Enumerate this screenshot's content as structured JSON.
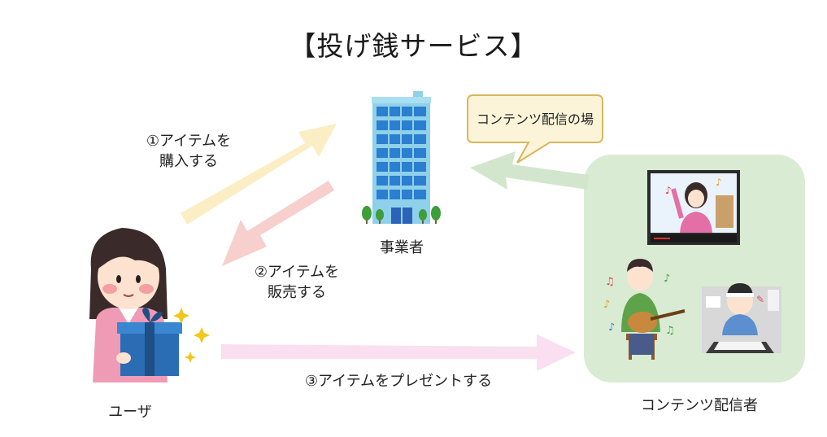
{
  "title": "【投げ銭サービス】",
  "steps": {
    "purchase": {
      "line1": "①アイテムを",
      "line2": "購入する"
    },
    "sell": {
      "line1": "②アイテムを",
      "line2": "販売する"
    },
    "present": {
      "text": "③アイテムをプレゼントする"
    }
  },
  "actors": {
    "company": "事業者",
    "user": "ユーザ",
    "creators": "コンテンツ配信者"
  },
  "bubble": "コンテンツ配信の場",
  "colors": {
    "purchase_arrow": "#fbeec4",
    "sell_arrow": "#f7cfcc",
    "present_arrow": "#f9dff0",
    "stream_arrow": "#d2e6cd",
    "stream_panel": "#d9ebd3",
    "bubble_fill": "#fbf4d8",
    "bubble_border": "#d8b65c"
  }
}
